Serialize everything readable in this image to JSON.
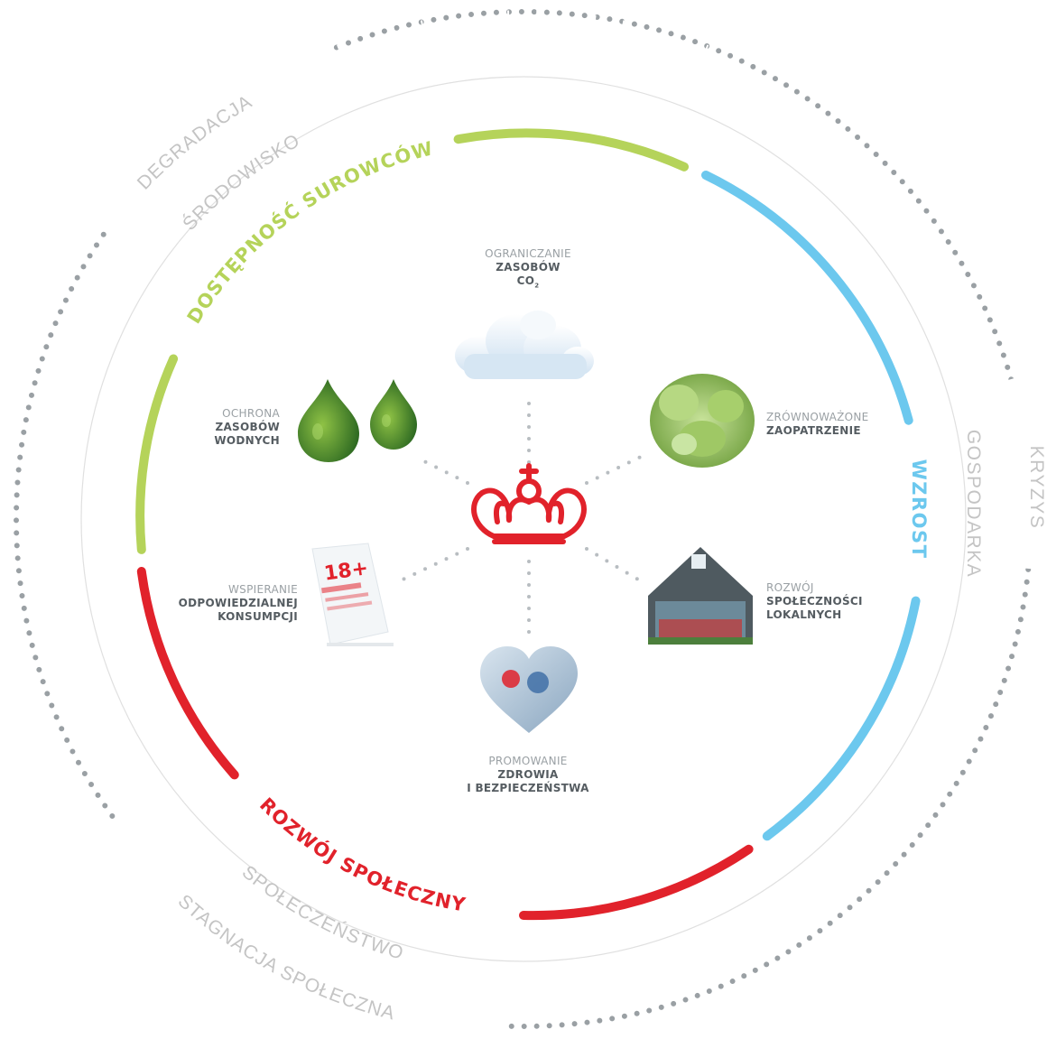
{
  "outer_labels": {
    "degradacja": "DEGRADACJA",
    "srodowisko": "ŚRODOWISKO",
    "gospodarka": "GOSPODARKA",
    "kryzys": "KRYZYS",
    "spoleczenstwo": "SPOŁECZEŃSTWO",
    "stagnacja": "STAGNACJA SPOŁECZNA"
  },
  "pillars": {
    "surowce": "DOSTĘPNOŚĆ SUROWCÓW",
    "wzrost": "WZROST",
    "rozwoj": "ROZWÓJ SPOŁECZNY"
  },
  "colors": {
    "green": "#b5d35a",
    "blue": "#6cc8ee",
    "red": "#e1222b",
    "gray_text": "#c4c4c4",
    "dots": "#9aa0a4"
  },
  "nodes": {
    "co2": {
      "line1": "OGRANICZANIE",
      "line2": "ZASOBÓW",
      "line3": "CO",
      "sub": "2"
    },
    "water": {
      "line1": "OCHRONA",
      "line2": "ZASOBÓW",
      "line3": "WODNYCH"
    },
    "supply": {
      "line1": "ZRÓWNOWAŻONE",
      "line2": "ZAOPATRZENIE"
    },
    "consumption": {
      "line1": "WSPIERANIE",
      "line2": "ODPOWIEDZIALNEJ",
      "line3": "KONSUMPCJI"
    },
    "community": {
      "line1": "ROZWÓJ",
      "line2": "SPOŁECZNOŚCI",
      "line3": "LOKALNYCH"
    },
    "health": {
      "line1": "PROMOWANIE",
      "line2": "ZDROWIA",
      "line3": "I BEZPIECZEŃSTWA"
    }
  },
  "sign_text": "18+",
  "icons": [
    "crown-icon",
    "cloud-icon",
    "water-drops-icon",
    "cabbage-icon",
    "age-sign-icon",
    "house-icon",
    "heart-icon"
  ]
}
